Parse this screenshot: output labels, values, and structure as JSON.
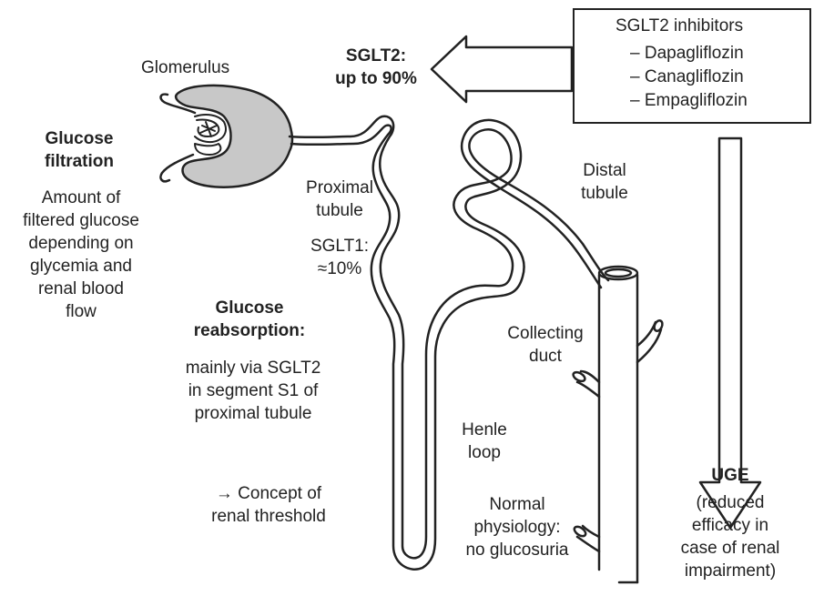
{
  "labels": {
    "glomerulus": "Glomerulus",
    "sglt2_title": "SGLT2:",
    "sglt2_value": "up to 90%",
    "glucose_filtration": [
      "Glucose",
      "filtration"
    ],
    "filtration_desc": [
      "Amount of",
      "filtered glucose",
      "depending on",
      "glycemia and",
      "renal blood",
      "flow"
    ],
    "proximal_tubule": [
      "Proximal",
      "tubule"
    ],
    "sglt1": [
      "SGLT1:",
      "≈10%"
    ],
    "distal_tubule": [
      "Distal",
      "tubule"
    ],
    "glucose_reabsorption": [
      "Glucose",
      "reabsorption:"
    ],
    "reabsorption_desc": [
      "mainly via SGLT2",
      "in segment S1 of",
      "proximal tubule"
    ],
    "collecting_duct": [
      "Collecting",
      "duct"
    ],
    "henle_loop": [
      "Henle",
      "loop"
    ],
    "renal_threshold": [
      "→ Concept of",
      "renal threshold"
    ],
    "normal_physiology": [
      "Normal",
      "physiology:",
      "no glucosuria"
    ],
    "uge_title": "UGE",
    "uge_desc": [
      "(reduced",
      "efficacy in",
      "case of renal",
      "impairment)"
    ]
  },
  "inhibitor_box": {
    "title": "SGLT2 inhibitors",
    "items": [
      "– Dapagliflozin",
      "– Canagliflozin",
      "– Empagliflozin"
    ]
  },
  "colors": {
    "stroke": "#222222",
    "glomerulus_fill": "#c8c8c8",
    "background": "#ffffff"
  }
}
